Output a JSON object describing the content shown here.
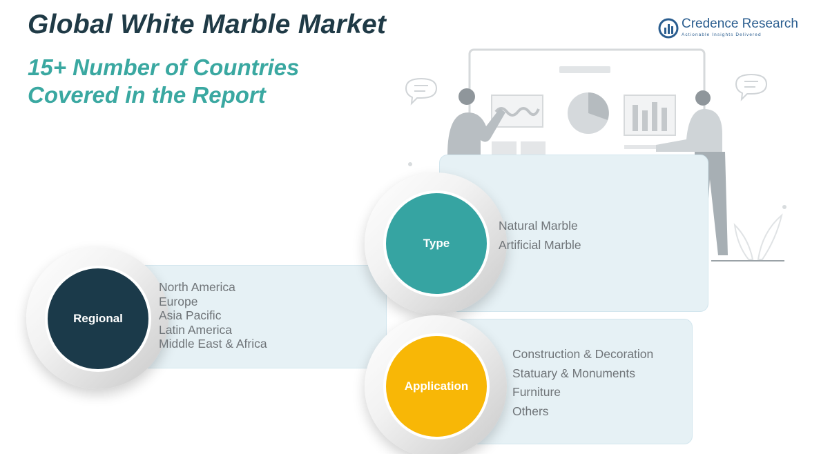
{
  "header": {
    "title": "Global White Marble Market",
    "subtitle_line1": "15+ Number of Countries",
    "subtitle_line2": "Covered in the Report"
  },
  "brand": {
    "name": "Credence Research",
    "tagline": "Actionable Insights Delivered",
    "icon": "bar-chart-circle-icon"
  },
  "segments": {
    "regional": {
      "label": "Regional",
      "color": "#1b3a4a",
      "items": [
        "North America",
        "Europe",
        "Asia Pacific",
        "Latin America",
        "Middle East & Africa"
      ]
    },
    "type": {
      "label": "Type",
      "color": "#36a4a2",
      "items": [
        "Natural Marble",
        "Artificial Marble"
      ]
    },
    "application": {
      "label": "Application",
      "color": "#f8b706",
      "items": [
        "Construction & Decoration",
        "Statuary & Monuments",
        "Furniture",
        "Others"
      ]
    }
  },
  "colors": {
    "title": "#1f3a46",
    "subtitle": "#3aa8a1",
    "panel": "#e6f1f5",
    "item_text": "#6f7478"
  }
}
